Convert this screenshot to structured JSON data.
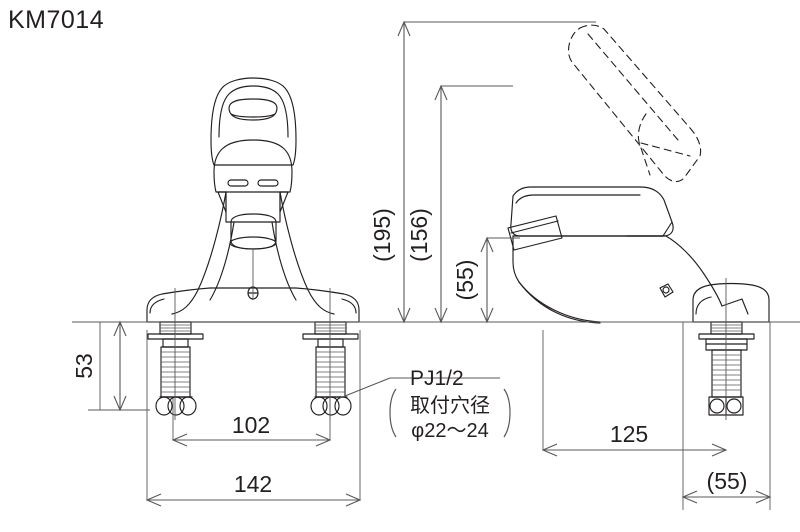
{
  "drawing": {
    "title": "KM7014",
    "type": "technical-dimension-drawing",
    "product": "single-lever-mixing-faucet",
    "units": "mm"
  },
  "dimensions": {
    "overall_height": "(195)",
    "spout_height": "(156)",
    "outlet_height": "(55)",
    "shank_length": "53",
    "hole_spacing": "102",
    "base_width": "142",
    "spout_reach": "125",
    "side_depth": "(55)"
  },
  "annotations": {
    "thread": "PJ1/2",
    "hole_label": "取付穴径",
    "hole_diameter": "φ22〜24"
  },
  "colors": {
    "line": "#231f20",
    "thin_line": "#58585b",
    "text": "#231f20",
    "background": "#ffffff"
  }
}
